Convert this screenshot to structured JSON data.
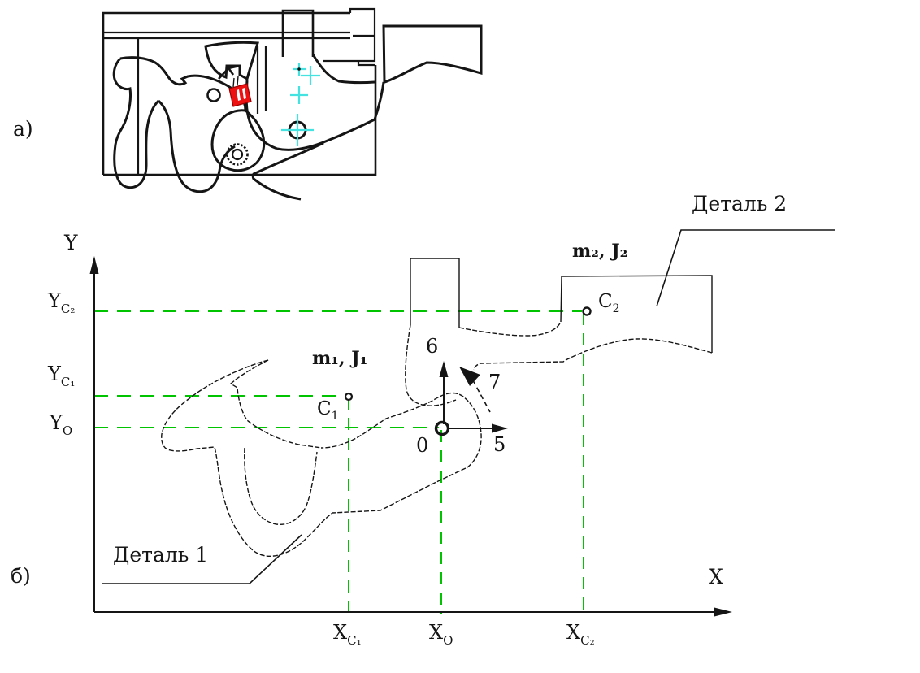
{
  "colors": {
    "line": "#151515",
    "construction_green": "#00c400",
    "center_mark_cyan": "#45e2e2",
    "highlight_red": "#ee1111",
    "highlight_red_dark": "#9a0000",
    "background": "#ffffff"
  },
  "figure_a": {
    "label": "а)"
  },
  "figure_b": {
    "label": "б)",
    "axes": {
      "y_label": "Y",
      "x_label": "X",
      "origin_label": "0"
    },
    "y_ticks": [
      {
        "main": "Y",
        "sub": "C₂"
      },
      {
        "main": "Y",
        "sub": "C₁"
      },
      {
        "main": "Y",
        "sub": "O"
      }
    ],
    "x_ticks": [
      {
        "main": "X",
        "sub": "C₁"
      },
      {
        "main": "X",
        "sub": "O"
      },
      {
        "main": "X",
        "sub": "C₂"
      }
    ],
    "points": {
      "c1": {
        "main": "C",
        "sub": "1"
      },
      "c2": {
        "main": "C",
        "sub": "2"
      }
    },
    "mass_labels": {
      "part1": "m₁, J₁",
      "part2": "m₂, J₂"
    },
    "coordinate_numbers": {
      "n5": "5",
      "n6": "6",
      "n7": "7"
    },
    "part_labels": {
      "part1": "Деталь 1",
      "part2": "Деталь 2"
    }
  }
}
